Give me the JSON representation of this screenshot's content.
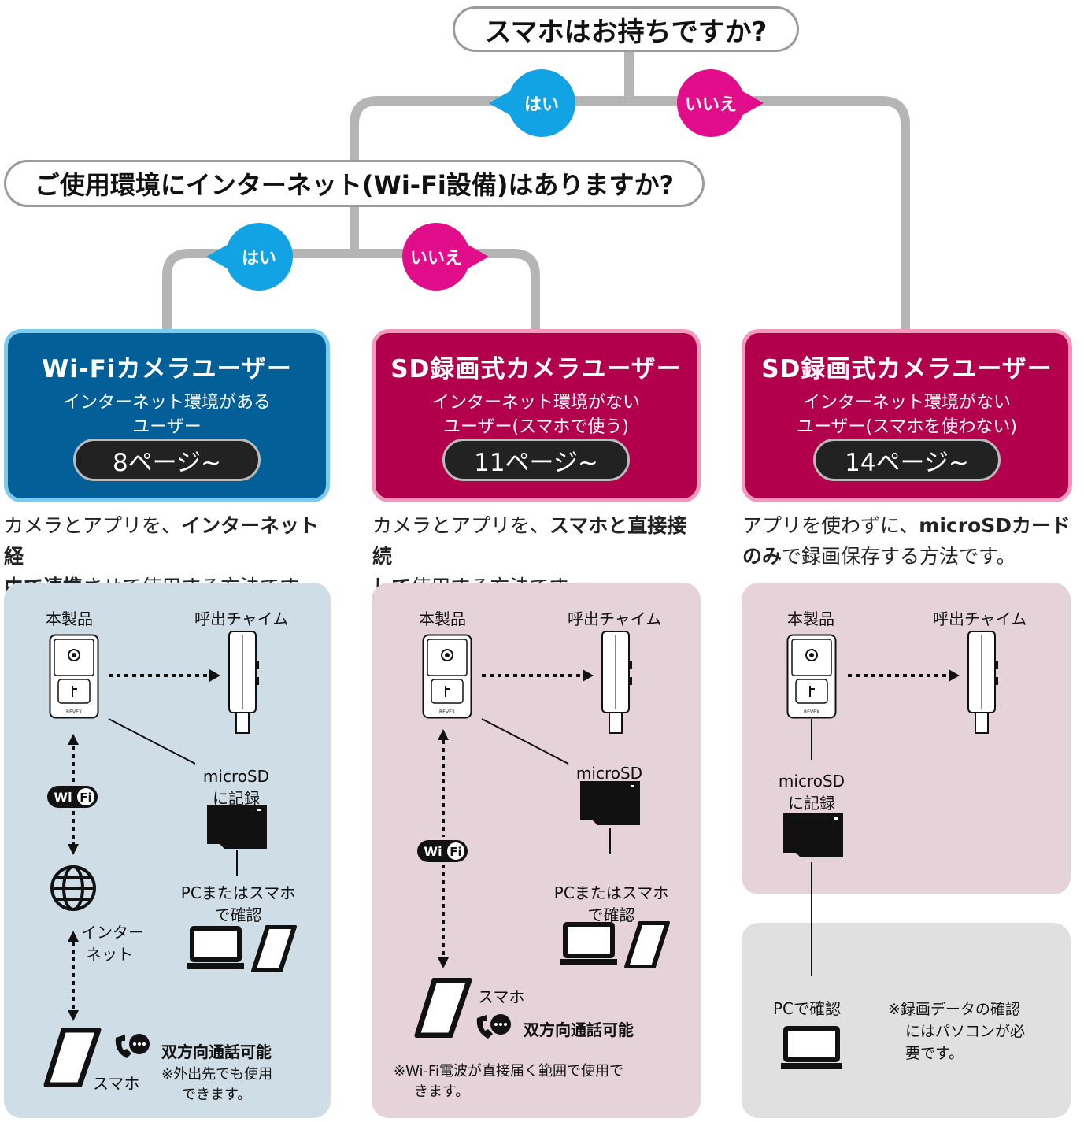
{
  "q1": "スマホはお持ちですか?",
  "q2": "ご使用環境にインターネット(Wi-Fi設備)はありますか?",
  "yes_label": "はい",
  "no_label": "いいえ",
  "colors": {
    "yes": "#12a3e4",
    "no": "#e10d8a",
    "blue_card": "#035f97",
    "magenta_card": "#b2004d"
  },
  "cards": [
    {
      "title": "Wi-Fiカメラユーザー",
      "sub1": "インターネット環境がある",
      "sub2": "ユーザー",
      "page": "8ページ~"
    },
    {
      "title": "SD録画式カメラユーザー",
      "sub1": "インターネット環境がない",
      "sub2": "ユーザー(スマホで使う)",
      "page": "11ページ~"
    },
    {
      "title": "SD録画式カメラユーザー",
      "sub1": "インターネット環境がない",
      "sub2": "ユーザー(スマホを使わない)",
      "page": "14ページ~"
    }
  ],
  "descs": [
    {
      "a": "カメラとアプリを、",
      "b": "インターネット経",
      "c": "由で連携",
      "d": "させて使用する方法です。"
    },
    {
      "a": "カメラとアプリを、",
      "b": "スマホと直接接続",
      "c": "して",
      "d": "使用する方法です。"
    },
    {
      "a": "アプリを使わずに、",
      "b": "microSDカード",
      "c": "のみ",
      "d": "で録画保存する方法です。"
    }
  ],
  "labels": {
    "product": "本製品",
    "chime": "呼出チャイム",
    "microsd1": "microSD",
    "microsd2": "に記録",
    "pc_or_phone1": "PCまたはスマホ",
    "pc_or_phone2": "で確認",
    "internet1": "インター",
    "internet2": "ネット",
    "phone": "スマホ",
    "twoway": "双方向通話可能",
    "wifi_wi": "Wi",
    "wifi_fi": "Fi",
    "pc_check": "PCで確認"
  },
  "notes": {
    "p1a": "※外出先でも使用",
    "p1b": "できます。",
    "p2a": "※Wi-Fi電波が直接届く範囲で使用で",
    "p2b": "きます。",
    "p3a": "※録画データの確認",
    "p3b": "にはパソコンが必",
    "p3c": "要です。"
  }
}
